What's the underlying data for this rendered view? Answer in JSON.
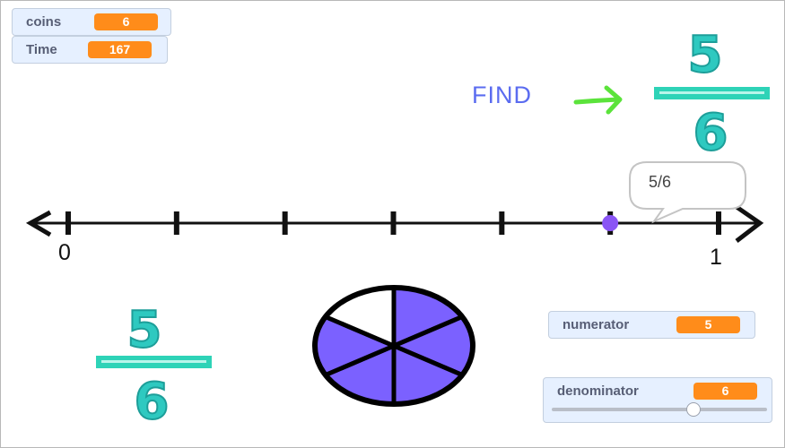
{
  "monitors": {
    "coins": {
      "label": "coins",
      "value": "6"
    },
    "time": {
      "label": "Time",
      "value": "167"
    },
    "numerator": {
      "label": "numerator",
      "value": "5"
    },
    "denominator": {
      "label": "denominator",
      "value": "6",
      "slider_fraction": 0.66
    }
  },
  "target": {
    "find_label": "FIND",
    "numerator": "5",
    "denominator": "6"
  },
  "number_line": {
    "start_label": "0",
    "end_label": "1",
    "divisions": 6,
    "point_value": 0.8333
  },
  "speech_bubble": {
    "text": "5/6"
  },
  "pie": {
    "slices": 6,
    "filled": 5,
    "fill_color": "#7b61ff"
  },
  "fraction_display": {
    "numerator": "5",
    "denominator": "6"
  },
  "colors": {
    "monitor_value": "#ff8c1a",
    "find_text": "#5b6cf0",
    "arrow": "#5be33b",
    "fraction_digits": "#2ec9c0",
    "point": "#8a55f5"
  }
}
